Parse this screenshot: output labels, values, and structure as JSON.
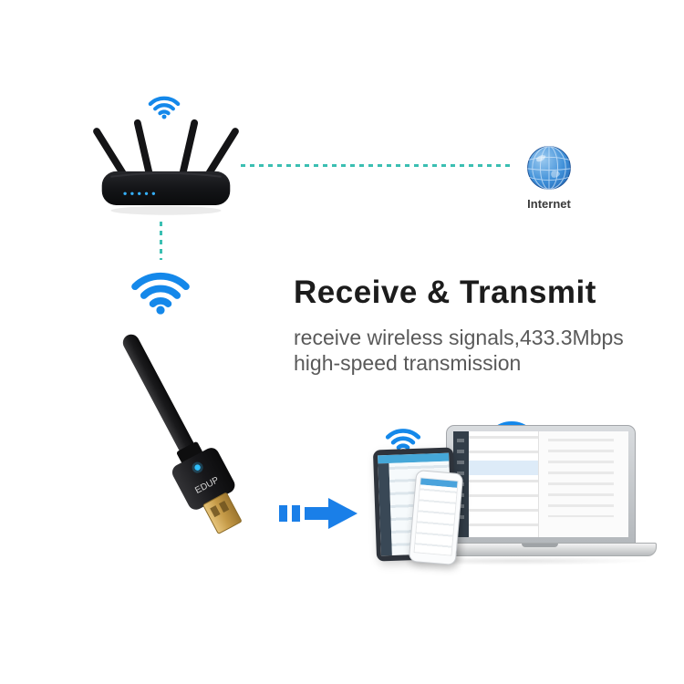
{
  "hero": {
    "title": "Receive & Transmit",
    "subtitle_line1": "receive wireless signals,433.3Mbps",
    "subtitle_line2": "high-speed transmission"
  },
  "internet": {
    "label": "Internet"
  },
  "adapter": {
    "brand": "EDUP"
  },
  "icons": {
    "wifi": "wifi-signal-arcs",
    "globe": "internet-globe",
    "arrow": "blue-right-arrow",
    "router": "four-antenna-router",
    "usb_adapter": "usb-wifi-adapter-with-antenna",
    "devices": "laptop-tablet-smartphone"
  },
  "colors": {
    "dotted_line": "#3bbfb2",
    "wifi_blue": "#1488ea",
    "arrow_blue": "#1a7fe8",
    "title": "#1c1c1c",
    "subtitle": "#595959",
    "usb_gold": "#c59a47",
    "globe_blue": "#3e8fd8"
  }
}
